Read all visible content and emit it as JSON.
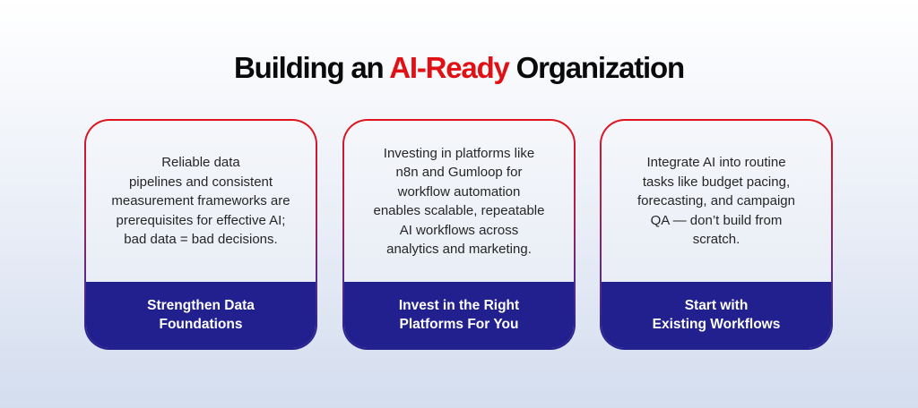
{
  "header": {
    "title_prefix": "Building an ",
    "title_accent": "AI-Ready",
    "title_suffix": " Organization",
    "accent_color": "#e01014"
  },
  "cards": [
    {
      "body": "Reliable data\npipelines and consistent\nmeasurement frameworks are\nprerequisites for effective AI;\nbad data = bad decisions.",
      "label": "Strengthen Data\nFoundations"
    },
    {
      "body": "Investing in platforms like\nn8n and Gumloop for\nworkflow automation\nenables scalable, repeatable\nAI workflows across\nanalytics and marketing.",
      "label": "Invest in the Right\nPlatforms For You"
    },
    {
      "body": "Integrate AI into routine\ntasks like budget pacing,\nforecasting, and campaign\nQA — don’t build from\nscratch.",
      "label": "Start with\nExisting Workflows"
    }
  ],
  "colors": {
    "card_footer": "#22208f",
    "border_top": "#e0141c",
    "border_bottom": "#22208f",
    "body_text": "#262626"
  }
}
